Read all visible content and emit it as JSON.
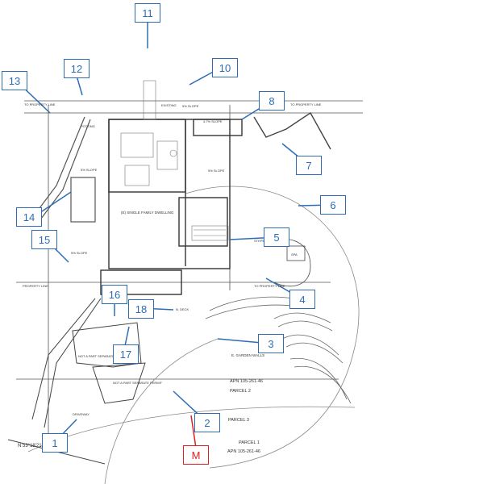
{
  "colors": {
    "callout": "#2e6db4",
    "marker": "#e02020",
    "ink": "#333333"
  },
  "callouts": [
    {
      "id": "c1",
      "label": "1"
    },
    {
      "id": "c2",
      "label": "2"
    },
    {
      "id": "c3",
      "label": "3"
    },
    {
      "id": "c4",
      "label": "4"
    },
    {
      "id": "c5",
      "label": "5"
    },
    {
      "id": "c6",
      "label": "6"
    },
    {
      "id": "c7",
      "label": "7"
    },
    {
      "id": "c8",
      "label": "8"
    },
    {
      "id": "c10",
      "label": "10"
    },
    {
      "id": "c11",
      "label": "11"
    },
    {
      "id": "c12",
      "label": "12"
    },
    {
      "id": "c13",
      "label": "13"
    },
    {
      "id": "c14",
      "label": "14"
    },
    {
      "id": "c15",
      "label": "15"
    },
    {
      "id": "c16",
      "label": "16"
    },
    {
      "id": "c17",
      "label": "17"
    },
    {
      "id": "c18",
      "label": "18"
    },
    {
      "id": "cM",
      "label": "M"
    }
  ],
  "plan_labels": {
    "dwelling": "(E) SINGLE FAMILY DWELLING",
    "to_property_line_left": "TO PROPERTY LINE",
    "to_property_line_right": "TO PROPERTY LINE",
    "to_property_line_mid": "TO PROPERTY LINE",
    "property_line_left": "PROPERTY LINE",
    "garden_walls": "E. GARDEN WALLS",
    "apn_top": "APN 105-261-46",
    "parcel_2": "PARCEL 2",
    "parcel_3": "PARCEL 3",
    "parcel_1": "PARCEL 1",
    "apn_bottom": "APN 105-261-46",
    "bearing": "N 53°18'21\"",
    "not_part_1": "NOT A PART SEPARATE PERMIT",
    "not_part_2": "NOT A PART SEPARATE PERMIT",
    "driveway": "DRIVEWAY",
    "deck": "N. DECK",
    "spa": "SPA",
    "potting": "POTTING",
    "slope_1": "5% SLOPE",
    "slope_2": "5% SLOPE",
    "slope_3": "5% SLOPE",
    "slope_4": "5% SLOPE",
    "slope_5": "4.7% SLOPE",
    "existing": "EXISTING",
    "stepe": "STEPE"
  }
}
